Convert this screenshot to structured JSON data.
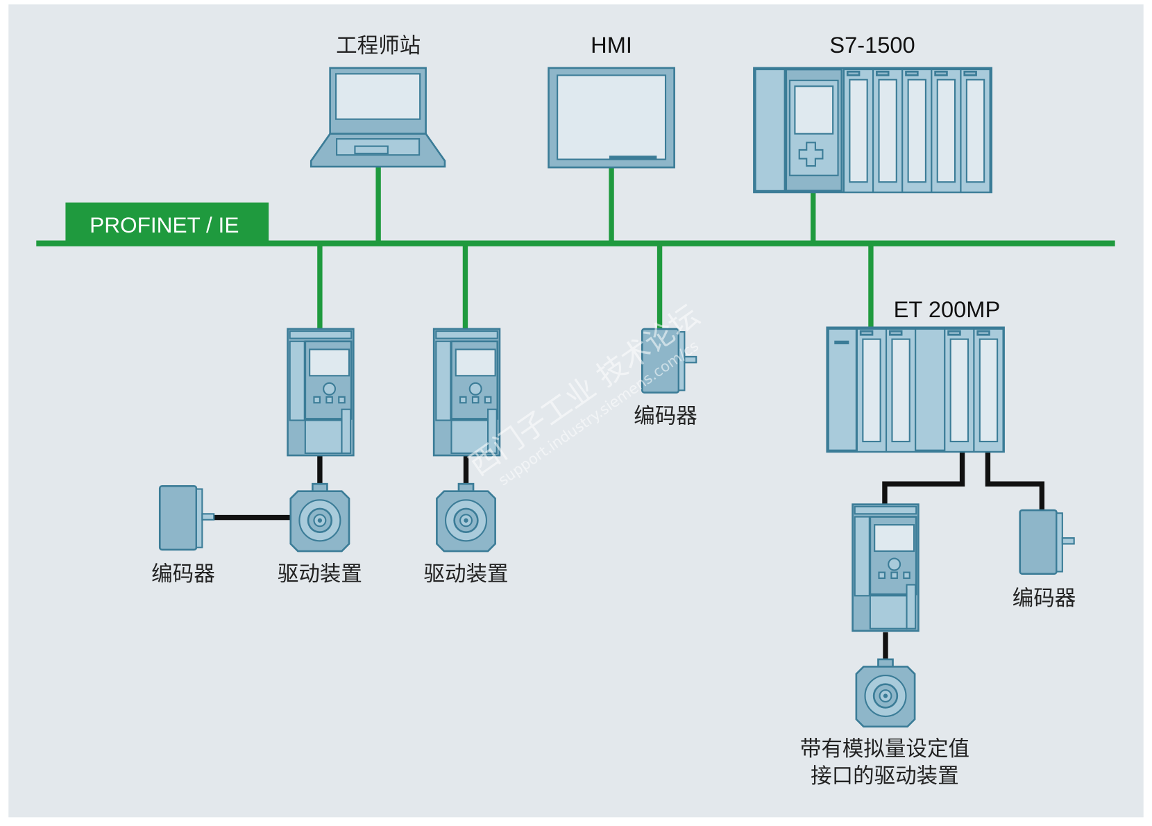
{
  "network": {
    "label": "PROFINET / IE",
    "color": "#1f9a3e"
  },
  "devices": {
    "engineering_station": "工程师站",
    "hmi": "HMI",
    "plc": "S7-1500",
    "et200": "ET 200MP",
    "drive1": "驱动装置",
    "drive2": "驱动装置",
    "encoder_left": "编码器",
    "encoder_middle": "编码器",
    "encoder_right": "编码器",
    "analog_drive_line1": "带有模拟量设定值",
    "analog_drive_line2": "接口的驱动装置"
  },
  "watermark": {
    "line1": "西门子工业 技术论坛",
    "line2": "support.industry.siemens.com/cs"
  },
  "colors": {
    "background": "#e3e8ec",
    "device": "#8eb6c9",
    "outline": "#3b7c97",
    "cable": "#111111"
  }
}
